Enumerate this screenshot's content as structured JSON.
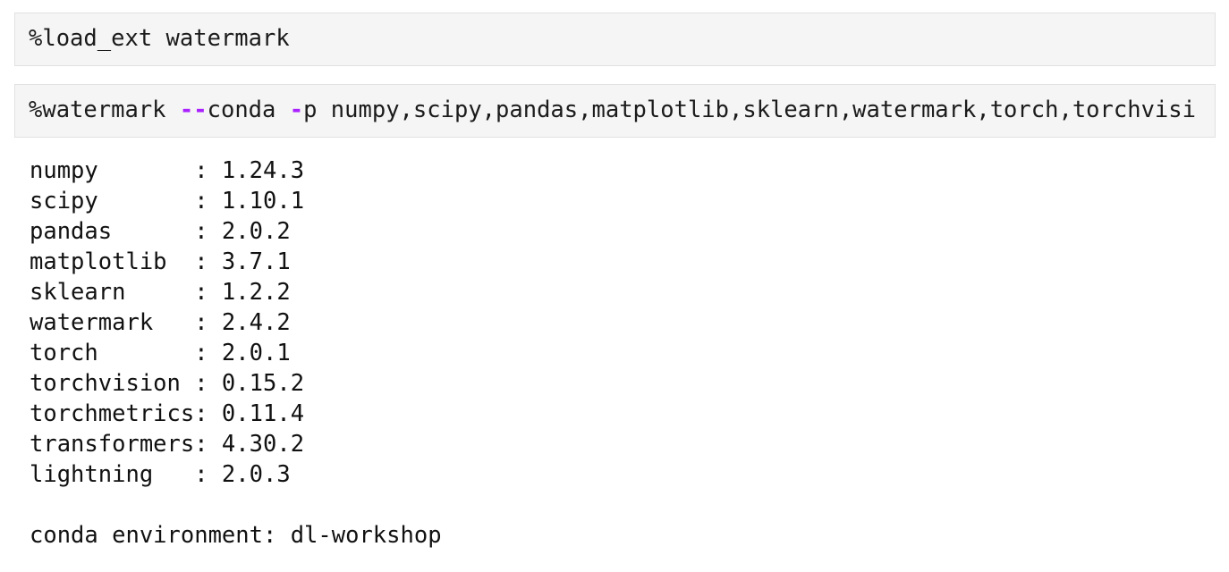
{
  "colors": {
    "page_background": "#ffffff",
    "cell_background": "#f5f5f5",
    "cell_border": "#e1e1e1",
    "code_text": "#1b1b1b",
    "output_text": "#111111",
    "operator_purple": "#aa22ff"
  },
  "cells": [
    {
      "type": "code",
      "tokens": [
        {
          "text": "%load_ext watermark",
          "style": "plain"
        }
      ]
    },
    {
      "type": "code",
      "tokens": [
        {
          "text": "%watermark ",
          "style": "plain"
        },
        {
          "text": "--",
          "style": "operator"
        },
        {
          "text": "conda ",
          "style": "plain"
        },
        {
          "text": "-",
          "style": "operator"
        },
        {
          "text": "p numpy,scipy,pandas,matplotlib,sklearn,watermark,torch,torchvisi",
          "style": "plain"
        }
      ]
    }
  ],
  "output": {
    "packages": [
      {
        "name": "numpy",
        "version": "1.24.3"
      },
      {
        "name": "scipy",
        "version": "1.10.1"
      },
      {
        "name": "pandas",
        "version": "2.0.2"
      },
      {
        "name": "matplotlib",
        "version": "3.7.1"
      },
      {
        "name": "sklearn",
        "version": "1.2.2"
      },
      {
        "name": "watermark",
        "version": "2.4.2"
      },
      {
        "name": "torch",
        "version": "2.0.1"
      },
      {
        "name": "torchvision",
        "version": "0.15.2"
      },
      {
        "name": "torchmetrics",
        "version": "0.11.4"
      },
      {
        "name": "transformers",
        "version": "4.30.2"
      },
      {
        "name": "lightning",
        "version": "2.0.3"
      }
    ],
    "conda_label": "conda environment",
    "conda_environment": "dl-workshop"
  }
}
